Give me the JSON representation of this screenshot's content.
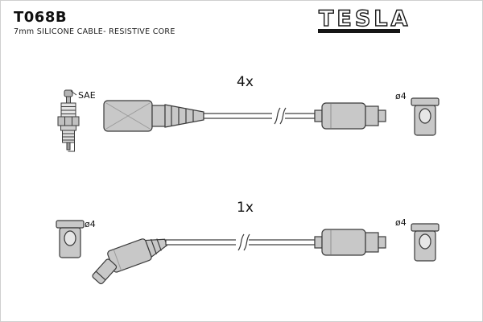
{
  "header": {
    "part_number": "T068B",
    "description": "7mm SILICONE CABLE- RESISTIVE CORE",
    "brand": "TESLA"
  },
  "diagram": {
    "spark_plug_label": "SAE",
    "top_assembly": {
      "quantity_label": "4x",
      "right_cap_diameter": "ø4"
    },
    "bottom_assembly": {
      "quantity_label": "1x",
      "left_cap_diameter": "ø4",
      "right_cap_diameter": "ø4"
    }
  },
  "colors": {
    "outline": "#3a3a3a",
    "metal_fill": "#c8c8c8",
    "brand_color": "#151515"
  }
}
